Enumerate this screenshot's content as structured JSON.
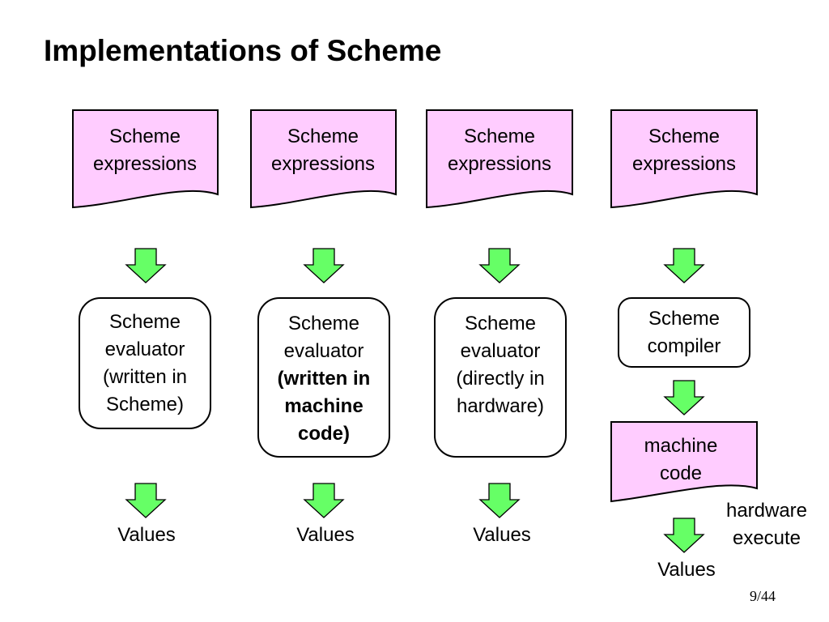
{
  "title": "Implementations of Scheme",
  "colors": {
    "document_fill": "#ffccff",
    "arrow_fill": "#66ff66",
    "outline": "#000000"
  },
  "columns": [
    {
      "source": [
        "Scheme",
        "expressions"
      ],
      "processor": [
        "Scheme",
        "evaluator",
        "(written in",
        "Scheme)"
      ],
      "result": "Values"
    },
    {
      "source": [
        "Scheme",
        "expressions"
      ],
      "processor": [
        "Scheme",
        "evaluator",
        "(written in",
        "machine",
        "code)"
      ],
      "result": "Values"
    },
    {
      "source": [
        "Scheme",
        "expressions"
      ],
      "processor": [
        "Scheme",
        "evaluator",
        "(directly in",
        "hardware)"
      ],
      "result": "Values"
    },
    {
      "source": [
        "Scheme",
        "expressions"
      ],
      "processor": [
        "Scheme",
        "compiler"
      ],
      "intermediate": [
        "machine",
        "code"
      ],
      "note": [
        "hardware",
        "execute"
      ],
      "result": "Values"
    }
  ],
  "page_number": "9/44"
}
